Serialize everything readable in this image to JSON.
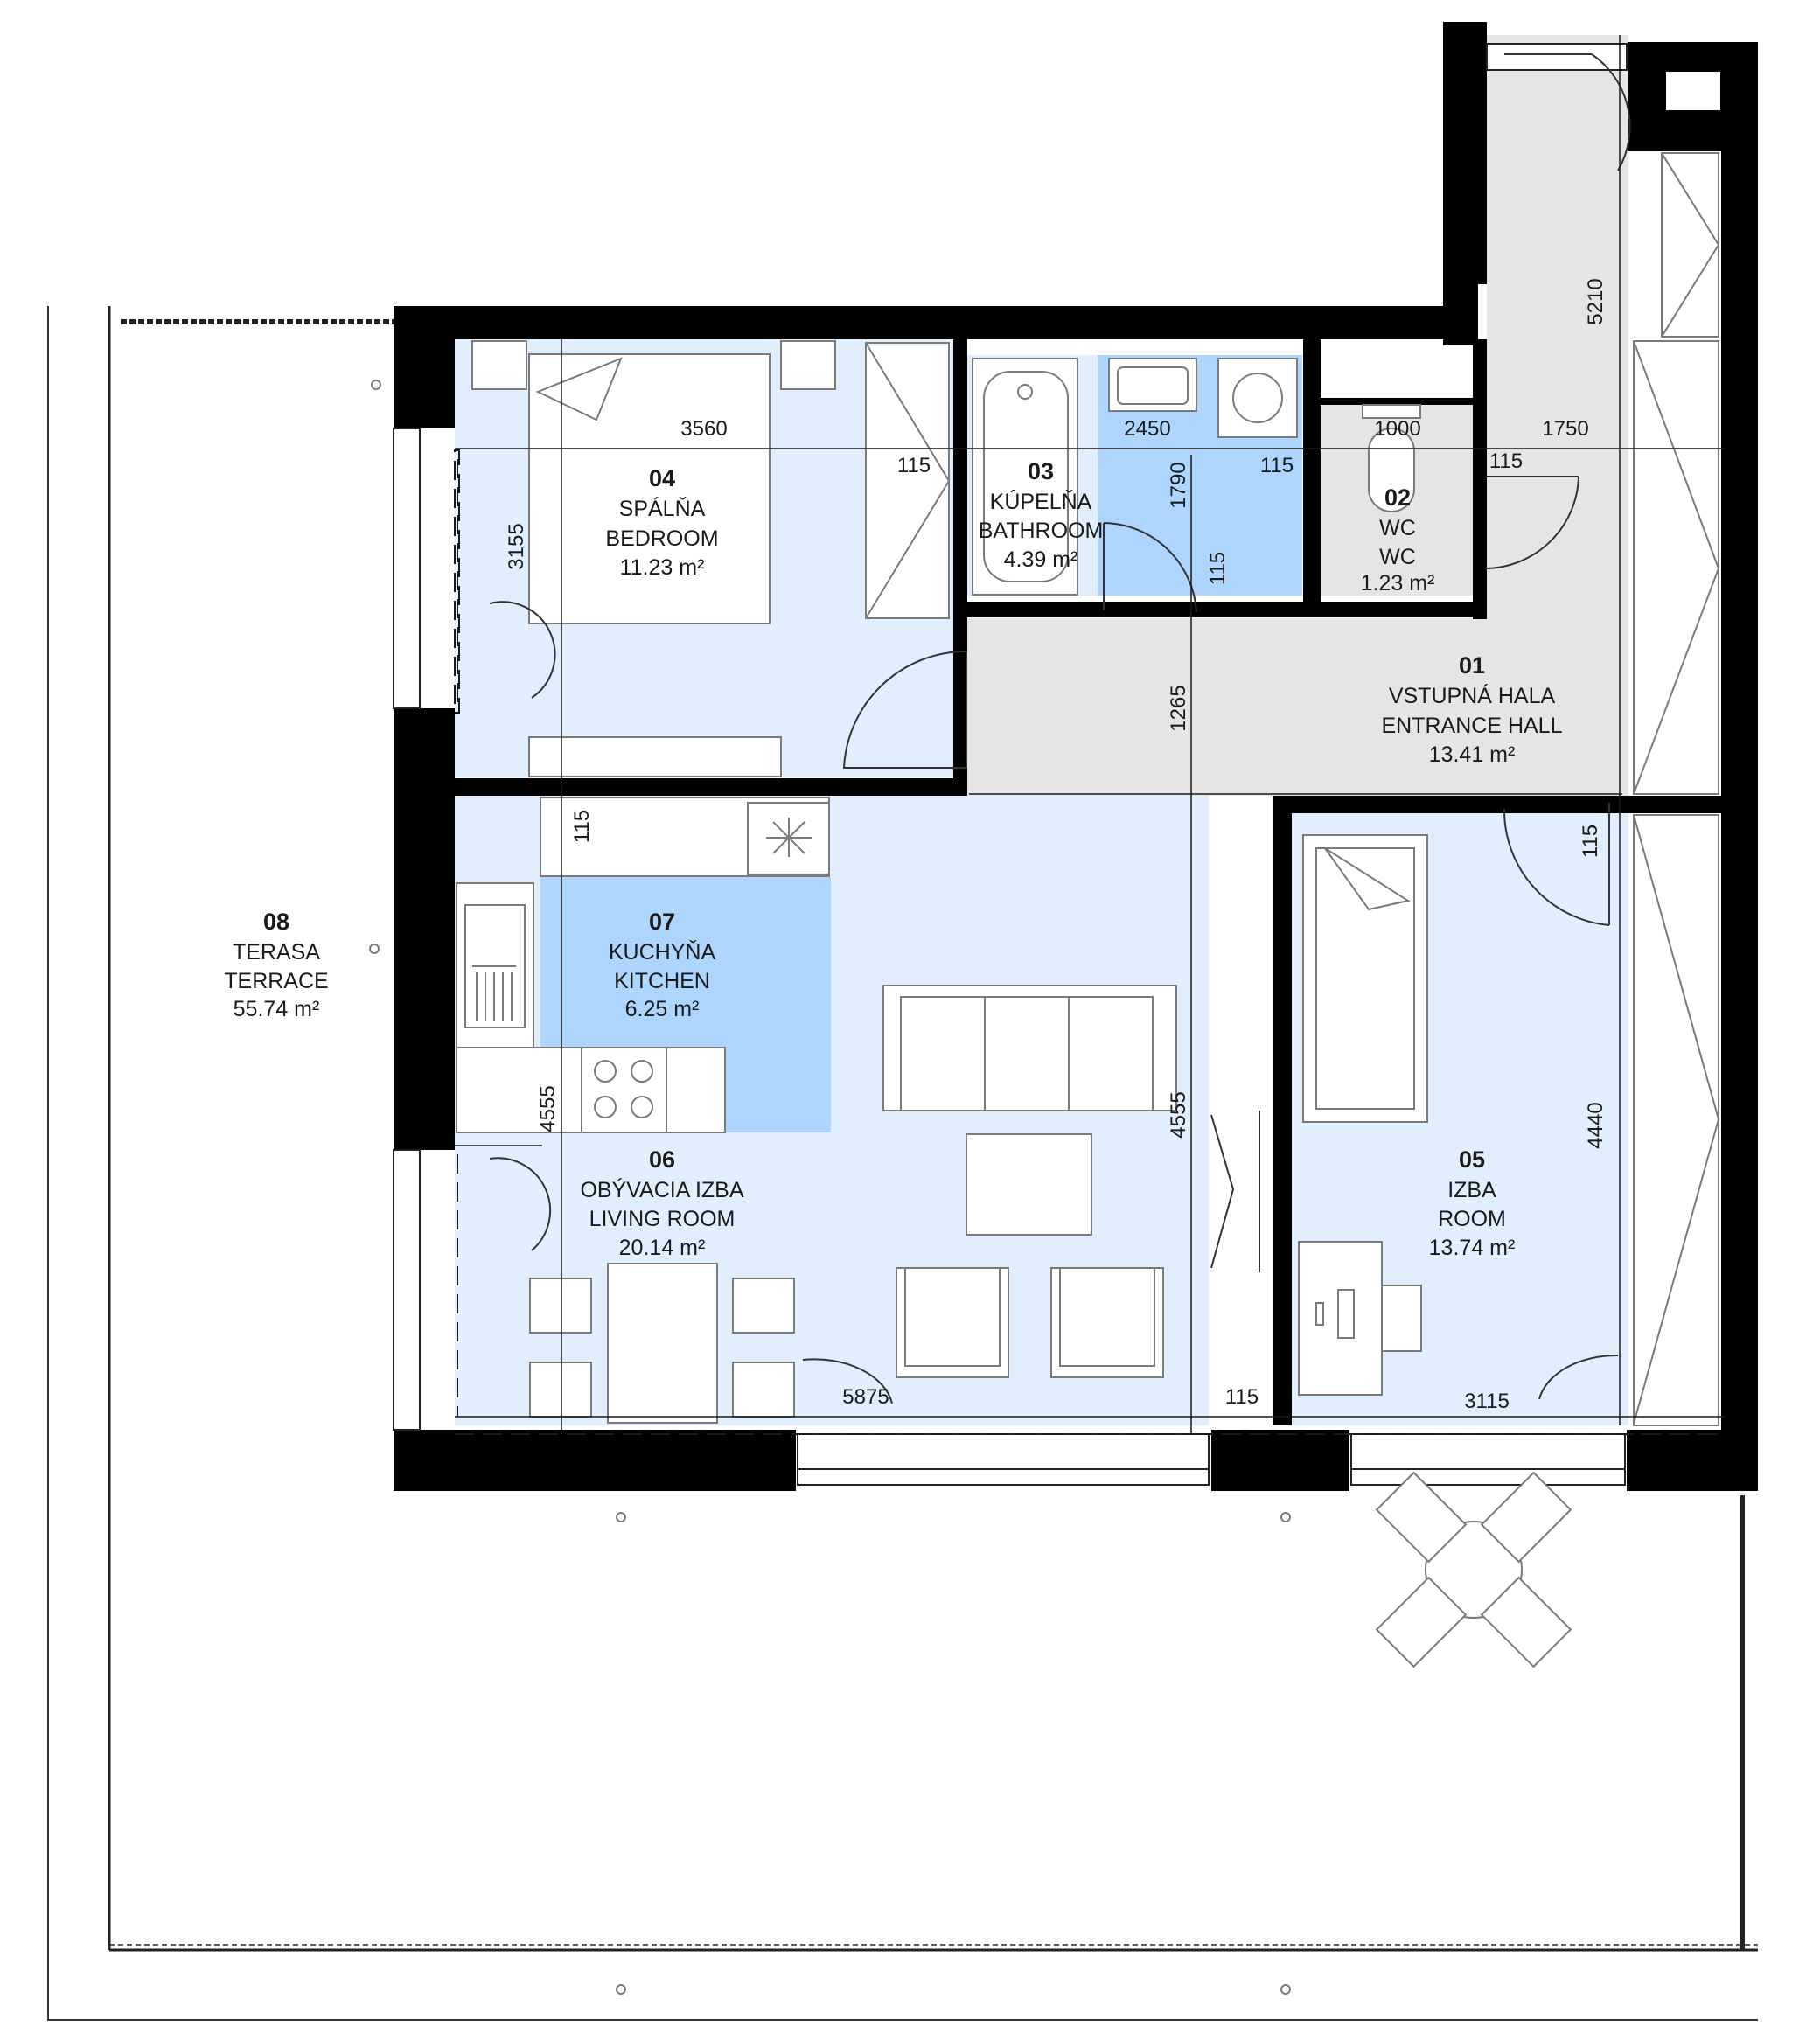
{
  "colors": {
    "room_light": "#e0eefd",
    "room_wet": "#add5fd",
    "hall": "#e5e5e5",
    "wall": "#000000"
  },
  "rooms": {
    "hall": {
      "num": "01",
      "name_sk": "VSTUPNÁ HALA",
      "name_en": "ENTRANCE HALL",
      "area": "13.41 m²"
    },
    "wc": {
      "num": "02",
      "name_sk": "WC",
      "name_en": "WC",
      "area": "1.23 m²"
    },
    "bathroom": {
      "num": "03",
      "name_sk": "KÚPELŇA",
      "name_en": "BATHROOM",
      "area": "4.39 m²"
    },
    "bedroom": {
      "num": "04",
      "name_sk": "SPÁLŇA",
      "name_en": "BEDROOM",
      "area": "11.23 m²"
    },
    "room": {
      "num": "05",
      "name_sk": "IZBA",
      "name_en": "ROOM",
      "area": "13.74 m²"
    },
    "living": {
      "num": "06",
      "name_sk": "OBÝVACIA IZBA",
      "name_en": "LIVING ROOM",
      "area": "20.14 m²"
    },
    "kitchen": {
      "num": "07",
      "name_sk": "KUCHYŇA",
      "name_en": "KITCHEN",
      "area": "6.25 m²"
    },
    "terrace": {
      "num": "08",
      "name_sk": "TERASA",
      "name_en": "TERRACE",
      "area": "55.74 m²"
    }
  },
  "dimensions": {
    "d3560": "3560",
    "d2450": "2450",
    "d1000": "1000",
    "d1750": "1750",
    "d5210": "5210",
    "d3155": "3155",
    "d1790": "1790",
    "d1265": "1265",
    "d4555_kitchen": "4555",
    "d4555_living": "4555",
    "d4440": "4440",
    "d5875": "5875",
    "d3115": "3115",
    "w115_bedroom": "115",
    "w115_bath": "115",
    "w115_bath_v": "115",
    "w115_wc": "115",
    "w115_kitchen": "115",
    "w115_room": "115",
    "w115_bottom": "115"
  }
}
